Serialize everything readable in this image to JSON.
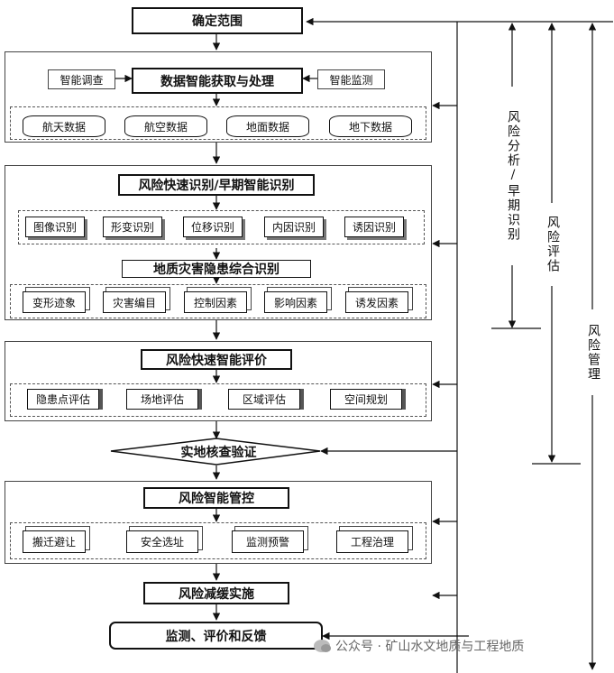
{
  "flow": {
    "top": "确定范围",
    "stage1": {
      "title": "数据智能获取与处理",
      "left": "智能调查",
      "right": "智能监测",
      "items": [
        "航天数据",
        "航空数据",
        "地面数据",
        "地下数据"
      ]
    },
    "stage2": {
      "title": "风险快速识别/早期智能识别",
      "items": [
        "图像识别",
        "形变识别",
        "位移识别",
        "内因识别",
        "诱因识别"
      ],
      "subtitle": "地质灾害隐患综合识别",
      "subitems": [
        "变形迹象",
        "灾害编目",
        "控制因素",
        "影响因素",
        "诱发因素"
      ]
    },
    "stage3": {
      "title": "风险快速智能评价",
      "items": [
        "隐患点评估",
        "场地评估",
        "区域评估",
        "空间规划"
      ]
    },
    "verify": "实地核查验证",
    "stage4": {
      "title": "风险智能管控",
      "items": [
        "搬迁避让",
        "安全选址",
        "监测预警",
        "工程治理"
      ]
    },
    "mitigation": "风险减缓实施",
    "feedback": "监测、评价和反馈"
  },
  "side_labels": {
    "analysis": "风险分析/早期识别",
    "assessment": "风险评估",
    "management": "风险管理"
  },
  "watermark": "公众号 · 矿山水文地质与工程地质"
}
